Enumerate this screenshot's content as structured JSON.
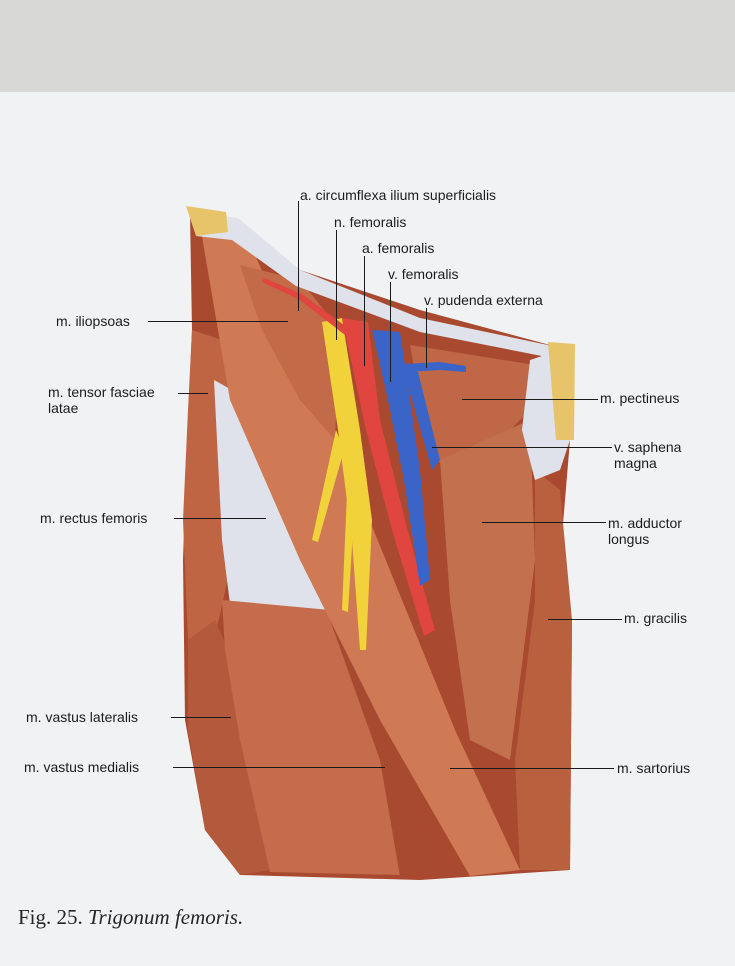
{
  "figure": {
    "caption_number": "Fig. 25.",
    "caption_title": "Trigonum femoris."
  },
  "labels": {
    "circumflexa": "a. circumflexa ilium superficialis",
    "n_femoralis": "n. femoralis",
    "a_femoralis": "a. femoralis",
    "v_femoralis": "v. femoralis",
    "v_pudenda": "v. pudenda externa",
    "iliopsoas": "m. iliopsoas",
    "tensor": "m. tensor fasciae latae",
    "pectineus": "m. pectineus",
    "saphena": "v. saphena magna",
    "rectus": "m. rectus femoris",
    "adductor": "m. adductor longus",
    "gracilis": "m. gracilis",
    "vastus_lat": "m. vastus lateralis",
    "vastus_med": "m. vastus medialis",
    "sartorius": "m. sartorius"
  },
  "colors": {
    "muscle": "#b5563a",
    "muscle_light": "#d9855f",
    "fascia": "#dfe2ea",
    "nerve": "#f2d23a",
    "artery": "#e0463f",
    "vein": "#3a64c8",
    "bone": "#e7c36a"
  }
}
